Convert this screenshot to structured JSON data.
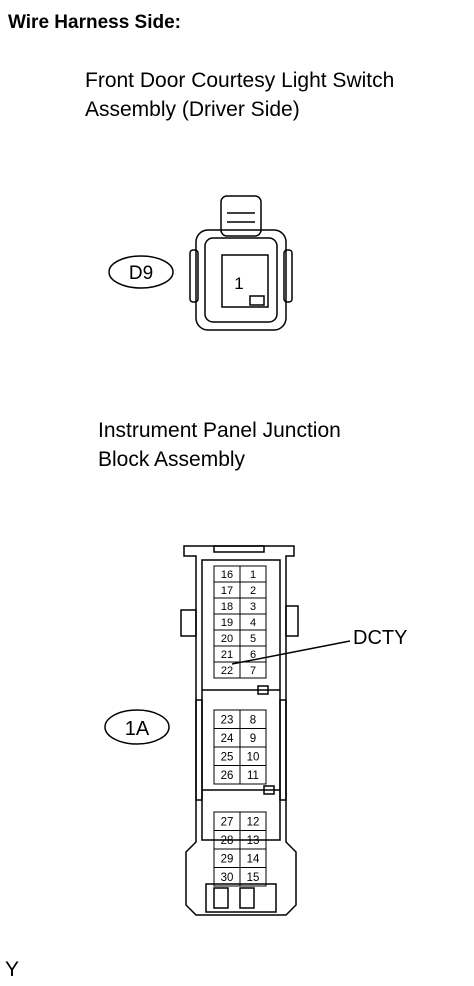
{
  "heading": "Wire Harness Side:",
  "connector_d9": {
    "title_line1": "Front Door Courtesy Light Switch",
    "title_line2": "Assembly (Driver Side)",
    "code": "D9",
    "pin": "1"
  },
  "connector_1a": {
    "title_line1": "Instrument Panel Junction",
    "title_line2": "Block Assembly",
    "code": "1A",
    "callout_label": "DCTY",
    "upper_rows": [
      [
        "16",
        "1"
      ],
      [
        "17",
        "2"
      ],
      [
        "18",
        "3"
      ],
      [
        "19",
        "4"
      ],
      [
        "20",
        "5"
      ],
      [
        "21",
        "6"
      ],
      [
        "22",
        "7"
      ]
    ],
    "middle_rows": [
      [
        "23",
        "8"
      ],
      [
        "24",
        "9"
      ],
      [
        "25",
        "10"
      ],
      [
        "26",
        "11"
      ]
    ],
    "lower_rows": [
      [
        "27",
        "12"
      ],
      [
        "28",
        "13"
      ],
      [
        "29",
        "14"
      ],
      [
        "30",
        "15"
      ]
    ]
  },
  "footer_text": "Y"
}
